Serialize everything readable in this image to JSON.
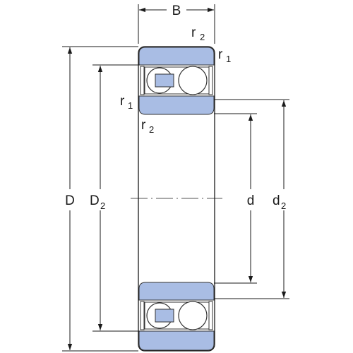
{
  "labels": {
    "B": "B",
    "r": "r",
    "one": "1",
    "two": "2",
    "D": "D",
    "d": "d"
  },
  "colors": {
    "ring_fill": "#a9bde4",
    "ring_stroke": "#333333",
    "line": "#1a1a1a",
    "background": "#ffffff"
  }
}
